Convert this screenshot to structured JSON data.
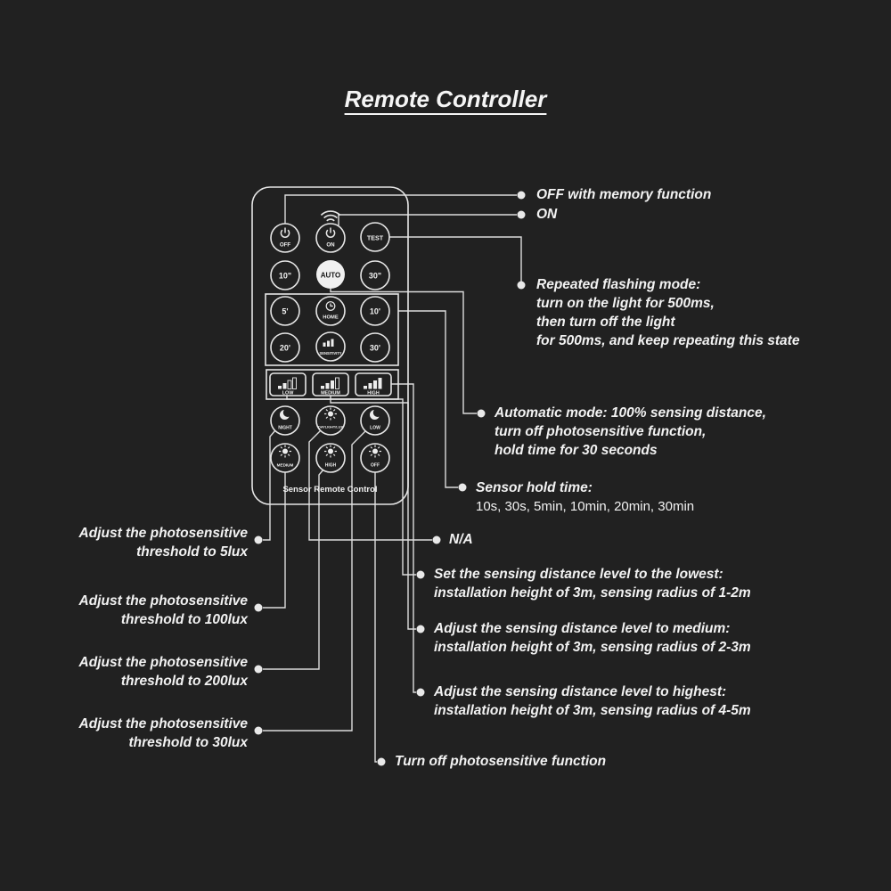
{
  "page": {
    "title": "Remote Controller"
  },
  "colors": {
    "background": "#212121",
    "text": "#f2f2f2",
    "line": "#dcdcdc"
  },
  "remote": {
    "off": "OFF",
    "on": "ON",
    "test": "TEST",
    "t10s": "10\"",
    "auto": "AUTO",
    "t30s": "30\"",
    "t5min": "5'",
    "home": "HOME",
    "t10min": "10'",
    "t20min": "20'",
    "sensitivity": "SENSITIVITY",
    "t30min": "30'",
    "dist_low": "LOW",
    "dist_medium": "MEDIUM",
    "dist_high": "HIGH",
    "night": "NIGHT",
    "daylight": "DAYLIGHT/LUX",
    "lux_low": "LOW",
    "lux_medium": "MEDIUM",
    "lux_high": "HIGH",
    "lux_off": "OFF",
    "footer": "Sensor Remote Control"
  },
  "annotations": {
    "off_memory": {
      "lines": [
        "OFF with memory function"
      ]
    },
    "on": {
      "lines": [
        "ON"
      ]
    },
    "repeated_flashing": {
      "lines": [
        "Repeated flashing mode:",
        "turn on the light for 500ms,",
        "then turn off the light",
        "for 500ms, and keep repeating this state"
      ]
    },
    "automatic": {
      "lines": [
        "Automatic mode: 100% sensing distance,",
        "turn off photosensitive function,",
        "hold time for 30 seconds"
      ]
    },
    "hold_time": {
      "title": "Sensor hold time:",
      "value": "10s, 30s, 5min, 10min, 20min, 30min"
    },
    "na": {
      "lines": [
        "N/A"
      ]
    },
    "distance_lowest": {
      "lines": [
        "Set the sensing distance level to the lowest:",
        "installation height of 3m, sensing radius of 1-2m"
      ]
    },
    "distance_medium": {
      "lines": [
        "Adjust the sensing distance level to medium:",
        "installation height of 3m, sensing radius of 2-3m"
      ]
    },
    "distance_highest": {
      "lines": [
        "Adjust the sensing distance level to highest:",
        "installation height of 3m, sensing radius of 4-5m"
      ]
    },
    "photosensitive_off": {
      "lines": [
        "Turn off photosensitive function"
      ]
    },
    "lux5": {
      "lines": [
        "Adjust the photosensitive",
        "threshold to 5lux"
      ]
    },
    "lux100": {
      "lines": [
        "Adjust the photosensitive",
        "threshold to 100lux"
      ]
    },
    "lux200": {
      "lines": [
        "Adjust the photosensitive",
        "threshold to 200lux"
      ]
    },
    "lux30": {
      "lines": [
        "Adjust the photosensitive",
        "threshold to 30lux"
      ]
    }
  }
}
